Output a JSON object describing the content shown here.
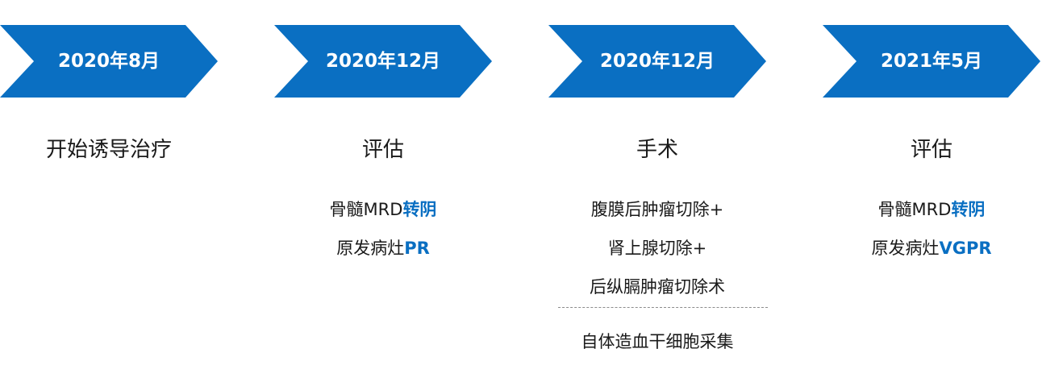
{
  "color": {
    "accent": "#0a6fc2",
    "highlight": "#0a6fc2"
  },
  "stages": [
    {
      "date": "2020年8月",
      "title": "开始诱导治疗"
    },
    {
      "date": "2020年12月",
      "title": "评估",
      "line1_text": "骨髓MRD",
      "line1_highlight": "转阴",
      "line2_text": "原发病灶",
      "line2_highlight": "PR"
    },
    {
      "date": "2020年12月",
      "title": "手术",
      "lines": [
        "腹膜后肿瘤切除+",
        "肾上腺切除+",
        "后纵膈肿瘤切除术"
      ],
      "extra": "自体造血干细胞采集"
    },
    {
      "date": "2021年5月",
      "title": "评估",
      "line1_text": "骨髓MRD",
      "line1_highlight": "转阴",
      "line2_text": "原发病灶",
      "line2_highlight": "VGPR"
    }
  ]
}
